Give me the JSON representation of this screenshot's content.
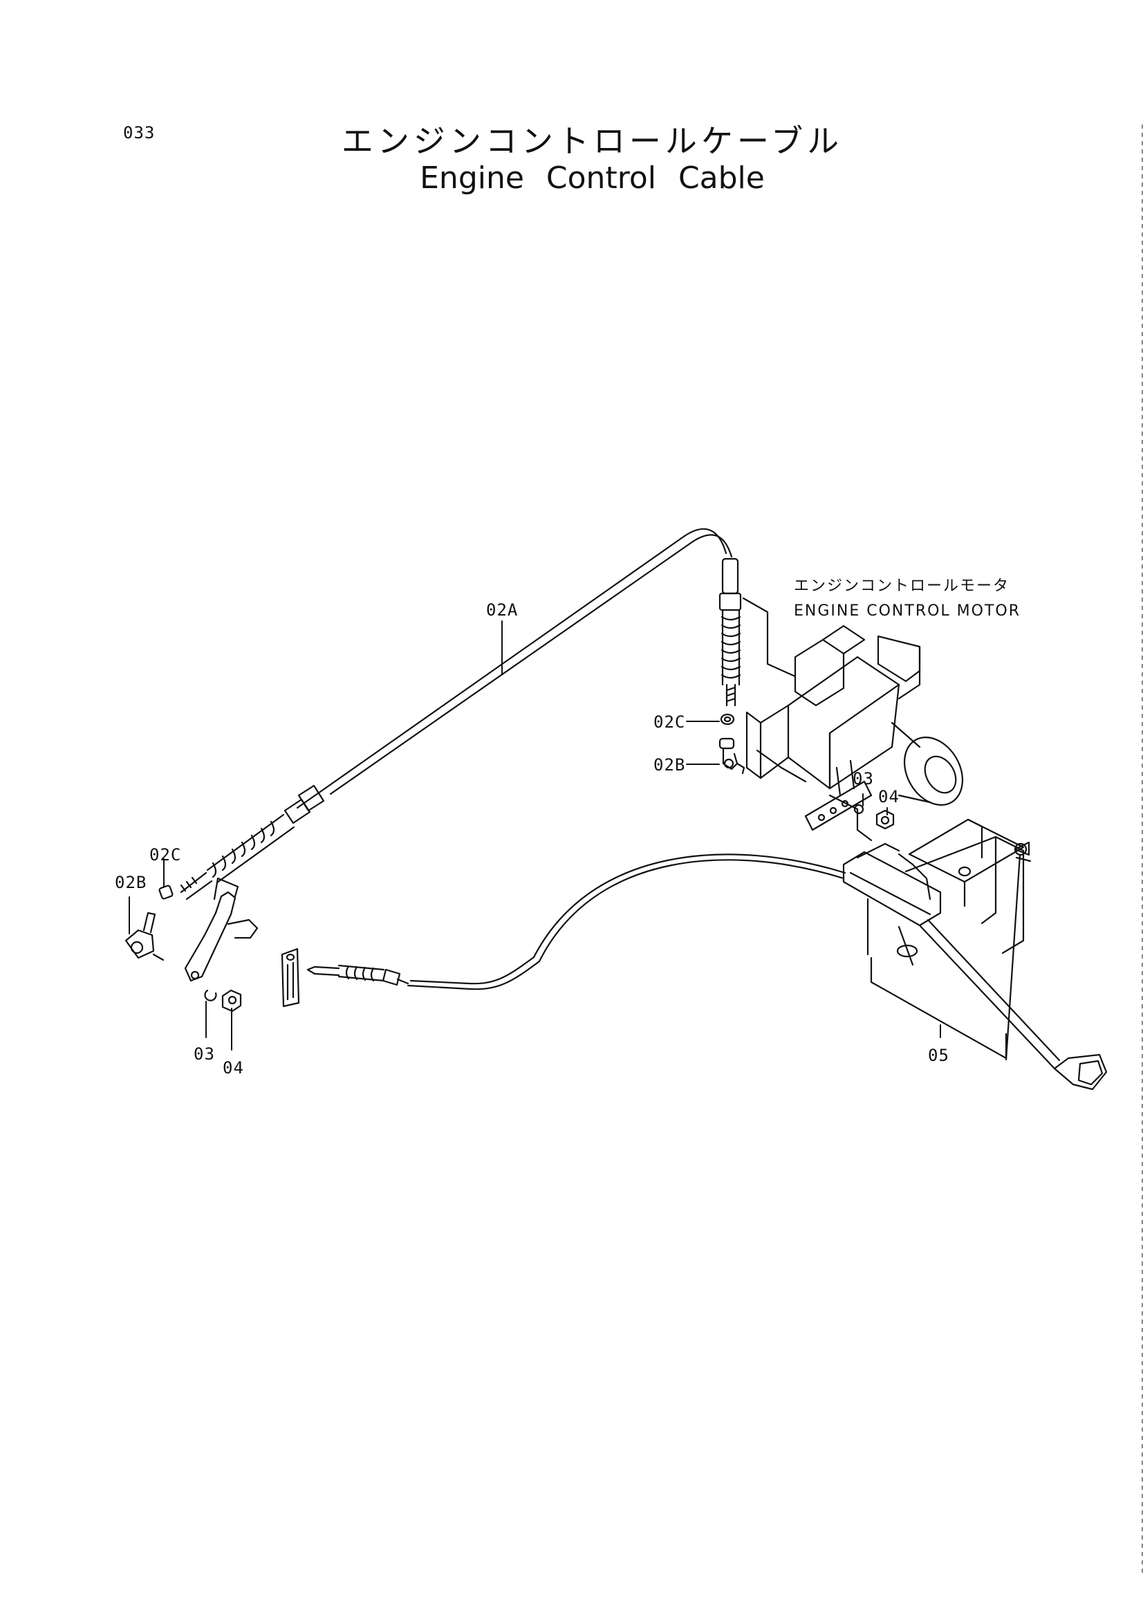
{
  "page": {
    "number": "033",
    "title_jp": "エンジンコントロールケーブル",
    "title_en": "Engine Control Cable"
  },
  "motor_label": {
    "jp": "エンジンコントロールモータ",
    "en": "ENGINE CONTROL MOTOR"
  },
  "callouts": {
    "c02A": "02A",
    "c02C_top": "02C",
    "c02B_top": "02B",
    "c03_top": "03",
    "c04_top": "04",
    "c02C_left": "02C",
    "c02B_left": "02B",
    "c03_left": "03",
    "c04_left": "04",
    "c05": "05"
  }
}
